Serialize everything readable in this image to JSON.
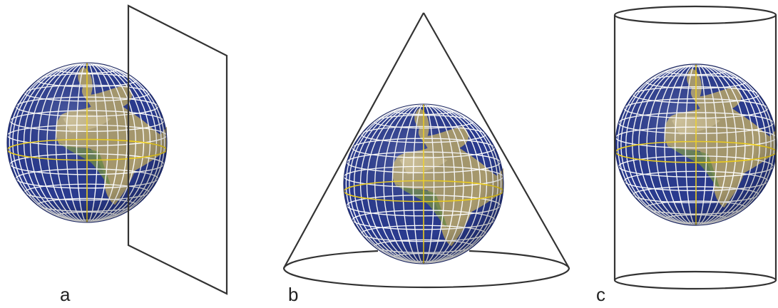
{
  "panels": [
    {
      "label": "a",
      "surface": "plane"
    },
    {
      "label": "b",
      "surface": "cone"
    },
    {
      "label": "c",
      "surface": "cylinder"
    }
  ],
  "colors": {
    "ocean": "#2a3b8f",
    "land": "#a89a6e",
    "land_green": "#6f8a4a",
    "graticule": "#ffffff",
    "equator": "#f2d21b",
    "outline": "#333333"
  },
  "icons": {
    "globe": "globe-icon"
  }
}
